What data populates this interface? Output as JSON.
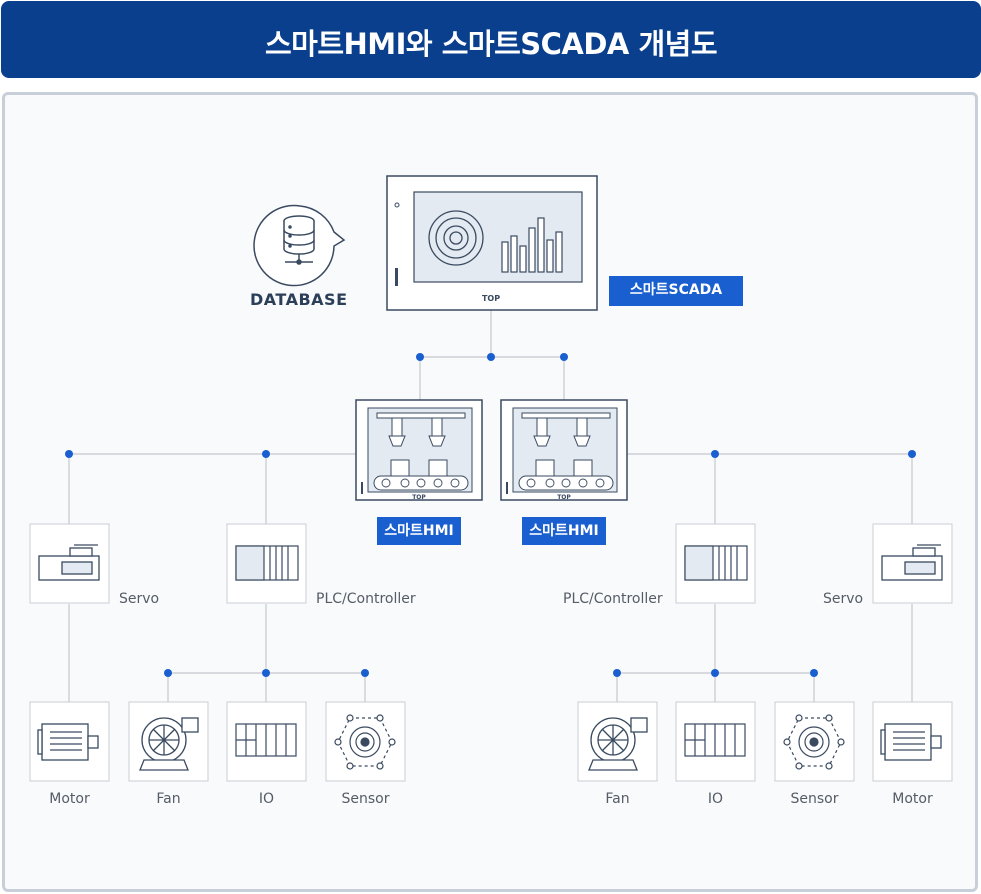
{
  "header": {
    "title": "스마트HMI와 스마트SCADA 개념도"
  },
  "database": {
    "label": "DATABASE"
  },
  "scada": {
    "badge": "스마트SCADA",
    "logo": "TOP"
  },
  "hmi": [
    {
      "badge": "스마트HMI",
      "logo": "TOP"
    },
    {
      "badge": "스마트HMI",
      "logo": "TOP"
    }
  ],
  "devices": {
    "servo_left": "Servo",
    "plc_left": "PLC/Controller",
    "plc_right": "PLC/Controller",
    "servo_right": "Servo",
    "motor_left": "Motor",
    "fan_left": "Fan",
    "io_left": "IO",
    "sensor_left": "Sensor",
    "fan_right": "Fan",
    "io_right": "IO",
    "sensor_right": "Sensor",
    "motor_right": "Motor"
  },
  "colors": {
    "header": "#0a3f8e",
    "badge": "#1a5fd0",
    "node": "#1a5fd0",
    "line": "#c4c8ce"
  }
}
